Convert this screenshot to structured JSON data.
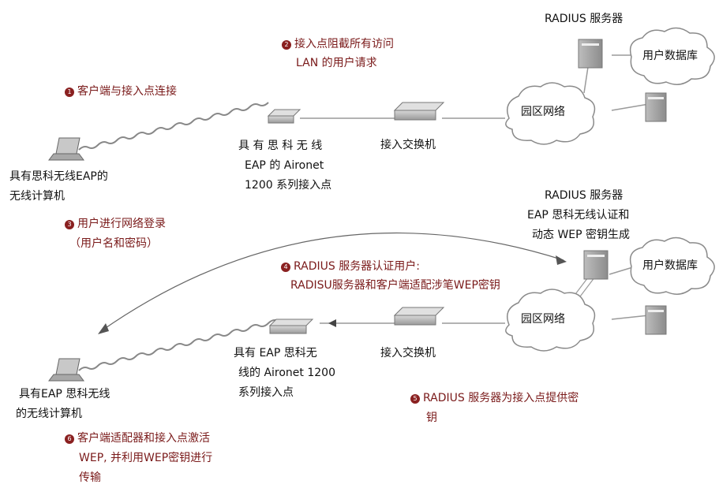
{
  "top": {
    "step1": {
      "num": "1",
      "text": "客户端与接入点连接"
    },
    "step2": {
      "num": "2",
      "line1": "接入点阻截所有访问",
      "line2": "LAN 的用户请求"
    },
    "radius_title": "RADIUS 服务器",
    "user_db": "用户数据库",
    "campus_net": "园区网络",
    "switch_label": "接入交换机",
    "ap_label": [
      "具 有 思 科 无 线",
      "EAP 的 Aironet",
      "1200 系列接入点"
    ],
    "client_label": [
      "具有思科无线EAP的",
      "无线计算机"
    ]
  },
  "bottom": {
    "step3": {
      "num": "3",
      "line1": "用户进行网络登录",
      "line2": "（用户名和密码）"
    },
    "radius_title": [
      "RADIUS 服务器",
      "EAP 思科无线认证和",
      "动态 WEP 密钥生成"
    ],
    "step4": {
      "num": "4",
      "line1": "RADIUS 服务器认证用户:",
      "line2": "RADISU服务器和客户端适配涉笔WEP密钥"
    },
    "user_db": "用户数据库",
    "campus_net": "园区网络",
    "switch_label": "接入交换机",
    "ap_label": [
      "具有 EAP 思科无",
      "线的 Aironet 1200",
      "系列接入点"
    ],
    "client_label": [
      "具有EAP 思科无线",
      "的无线计算机"
    ],
    "step5": {
      "num": "5",
      "line1": "RADIUS 服务器为接入点提供密",
      "line2": "钥"
    },
    "step6": {
      "num": "6",
      "line1": "客户端适配器和接入点激活",
      "line2": "WEP, 并利用WEP密钥进行",
      "line3": "传输"
    }
  }
}
